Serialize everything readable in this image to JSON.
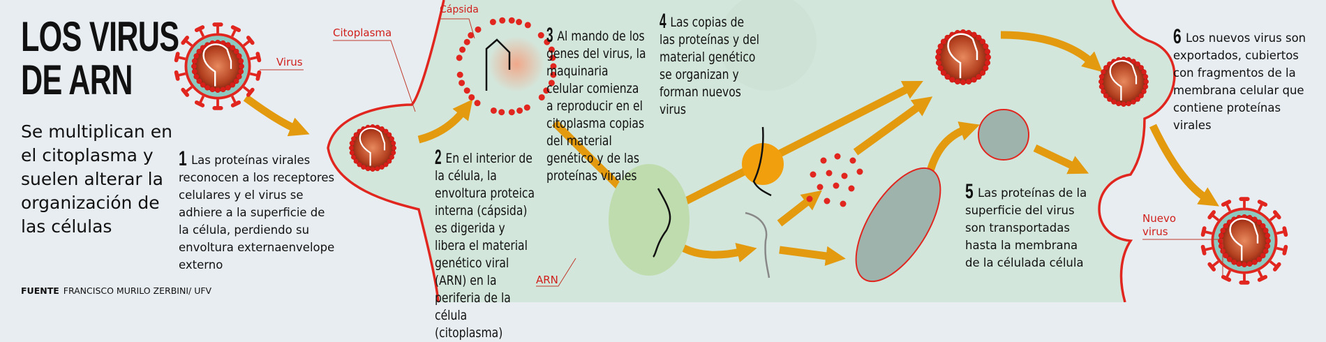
{
  "title": "LOS VIRUS DE ARN",
  "subtitle": "Se multiplican en el citoplasma y suelen alterar la organización de las células",
  "labels": {
    "virus": "Virus",
    "citoplasma": "Citoplasma",
    "capsida": "Cápsida",
    "arn": "ARN",
    "nuevo_virus": "Nuevo virus"
  },
  "steps": [
    {
      "number": "1",
      "text": "Las proteínas virales reconocen a los receptores celulares y el virus se adhiere a la superficie de la célula, perdiendo su envoltura externaenvelope externo"
    },
    {
      "number": "2",
      "text": "En el interior de la célula, la envoltura proteica interna (cápsida) es digerida y libera el material genético viral (ARN) en la periferia de la célula (citoplasma)"
    },
    {
      "number": "3",
      "text": "Al mando de los genes del virus, la maquinaria celular comienza a reproducir en el citoplasma copias del material genético y de las proteínas virales"
    },
    {
      "number": "4",
      "text": "Las copias de las proteínas y del material genético se organizan y forman nuevos virus"
    },
    {
      "number": "5",
      "text": "Las proteínas de la superficie del virus son transportadas hasta la membrana de la célulada célula"
    },
    {
      "number": "6",
      "text": "Los nuevos virus son exportados, cubiertos con fragmentos de la membrana celular que contiene proteínas virales"
    }
  ],
  "source": {
    "label": "FUENTE",
    "text": "FRANCISCO MURILO ZERBINI/ UFV"
  },
  "colors": {
    "background": "#e8edf1",
    "cytoplasm": "#d3e6db",
    "membrane": "#e0261e",
    "arrow": "#e39a0e",
    "virus_core": "#a8321c",
    "envelope": "#8cc9c0"
  }
}
